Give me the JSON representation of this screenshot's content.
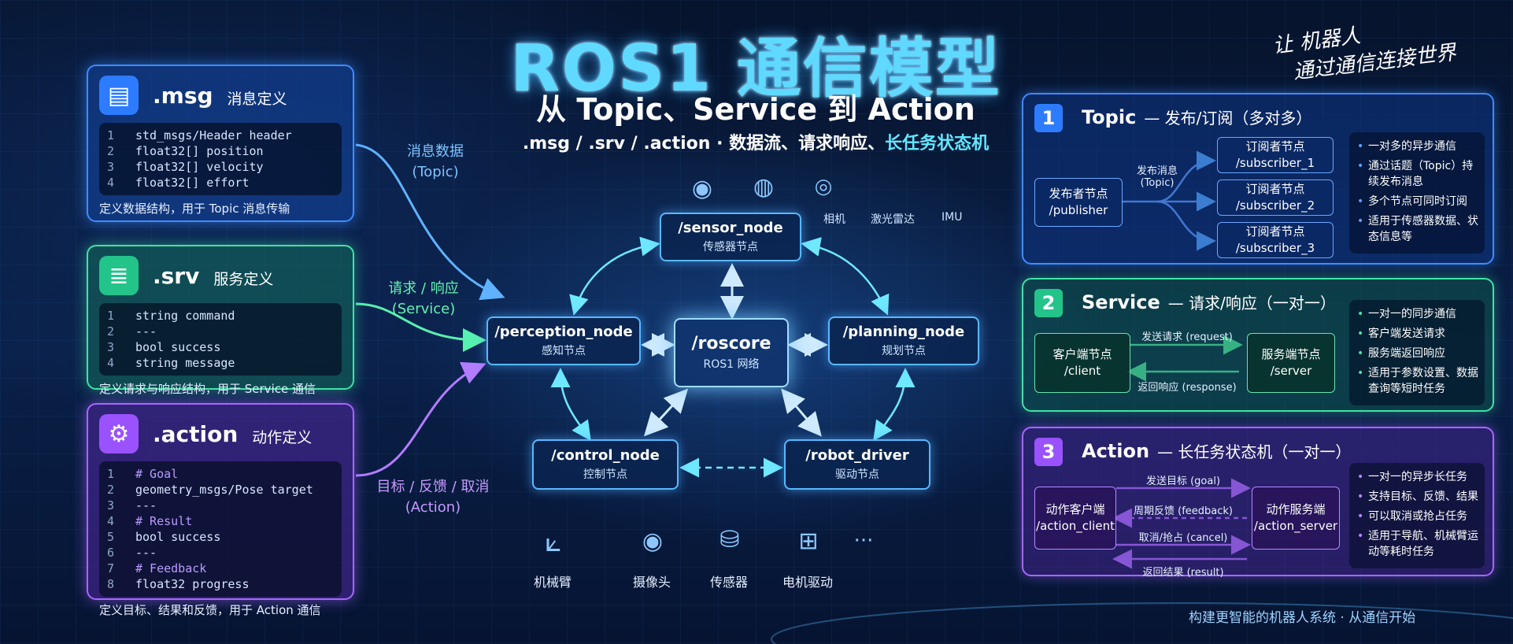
{
  "title": "ROS1 通信模型",
  "subtitle": "从 Topic、Service 到 Action",
  "tagline": {
    "part1": ".msg / .srv / .action  ·  数据流、请求响应、",
    "part2": "长任务状态机"
  },
  "motto": {
    "line1": "让 机器人",
    "line2": "通过通信连接世界"
  },
  "definitions": {
    "msg": {
      "icon": "document-icon",
      "name": ".msg",
      "cn": "消息定义",
      "lines": [
        {
          "num": "1",
          "text": "std_msgs/Header header"
        },
        {
          "num": "2",
          "text": "float32[] position"
        },
        {
          "num": "3",
          "text": "float32[] velocity"
        },
        {
          "num": "4",
          "text": "float32[] effort"
        }
      ],
      "desc": "定义数据结构，用于 Topic 消息传输"
    },
    "srv": {
      "icon": "document-lines-icon",
      "name": ".srv",
      "cn": "服务定义",
      "lines": [
        {
          "num": "1",
          "text": "string command"
        },
        {
          "num": "2",
          "text": "---"
        },
        {
          "num": "3",
          "text": "bool success"
        },
        {
          "num": "4",
          "text": "string message"
        }
      ],
      "desc": "定义请求与响应结构，用于 Service 通信"
    },
    "action": {
      "icon": "gear-icon",
      "name": ".action",
      "cn": "动作定义",
      "lines": [
        {
          "num": "1",
          "text": "# Goal"
        },
        {
          "num": "2",
          "text": "geometry_msgs/Pose target"
        },
        {
          "num": "3",
          "text": "---"
        },
        {
          "num": "4",
          "text": "# Result"
        },
        {
          "num": "5",
          "text": "bool success"
        },
        {
          "num": "6",
          "text": "---"
        },
        {
          "num": "7",
          "text": "# Feedback"
        },
        {
          "num": "8",
          "text": "float32 progress"
        }
      ],
      "desc": "定义目标、结果和反馈，用于 Action 通信"
    }
  },
  "flows": {
    "topic": {
      "line1": "消息数据",
      "line2": "(Topic)"
    },
    "service": {
      "line1": "请求 / 响应",
      "line2": "(Service)"
    },
    "action": {
      "line1": "目标 / 反馈 / 取消",
      "line2": "(Action)"
    }
  },
  "nodes": {
    "sensor": {
      "name": "/sensor_node",
      "cn": "传感器节点"
    },
    "perception": {
      "name": "/perception_node",
      "cn": "感知节点"
    },
    "roscore": {
      "name": "/roscore",
      "cn": "ROS1 网络"
    },
    "planning": {
      "name": "/planning_node",
      "cn": "规划节点"
    },
    "control": {
      "name": "/control_node",
      "cn": "控制节点"
    },
    "driver": {
      "name": "/robot_driver",
      "cn": "驱动节点"
    }
  },
  "sensors": [
    {
      "icon": "camera-icon",
      "label": "相机"
    },
    {
      "icon": "lidar-icon",
      "label": "激光雷达"
    },
    {
      "icon": "imu-icon",
      "label": "IMU"
    }
  ],
  "hardware": [
    {
      "icon": "robot-arm-icon",
      "label": "机械臂"
    },
    {
      "icon": "camera-icon",
      "label": "摄像头"
    },
    {
      "icon": "sensor-icon",
      "label": "传感器"
    },
    {
      "icon": "motor-icon",
      "label": "电机驱动"
    },
    {
      "icon": "more-icon",
      "label": ""
    }
  ],
  "panels": {
    "topic": {
      "num": "1",
      "title": "Topic",
      "sub": "— 发布/订阅（多对多）",
      "publisher": {
        "line1": "发布者节点",
        "line2": "/publisher"
      },
      "arrow_label": {
        "line1": "发布消息",
        "line2": "(Topic)"
      },
      "subscribers": [
        {
          "line1": "订阅者节点",
          "line2": "/subscriber_1"
        },
        {
          "line1": "订阅者节点",
          "line2": "/subscriber_2"
        },
        {
          "line1": "订阅者节点",
          "line2": "/subscriber_3"
        }
      ],
      "bullets": [
        "一对多的异步通信",
        "通过话题（Topic）持续发布消息",
        "多个节点可同时订阅",
        "适用于传感器数据、状态信息等"
      ]
    },
    "service": {
      "num": "2",
      "title": "Service",
      "sub": "— 请求/响应（一对一）",
      "client": {
        "line1": "客户端节点",
        "line2": "/client"
      },
      "server": {
        "line1": "服务端节点",
        "line2": "/server"
      },
      "request": "发送请求 (request)",
      "response": "返回响应 (response)",
      "bullets": [
        "一对一的同步通信",
        "客户端发送请求",
        "服务端返回响应",
        "适用于参数设置、数据查询等短时任务"
      ]
    },
    "action": {
      "num": "3",
      "title": "Action",
      "sub": "— 长任务状态机（一对一）",
      "client": {
        "line1": "动作客户端",
        "line2": "/action_client"
      },
      "server": {
        "line1": "动作服务端",
        "line2": "/action_server"
      },
      "goal": "发送目标 (goal)",
      "feedback": "周期反馈 (feedback)",
      "cancel": "取消/抢占 (cancel)",
      "result": "返回结果 (result)",
      "bullets": [
        "一对一的异步长任务",
        "支持目标、反馈、结果",
        "可以取消或抢占任务",
        "适用于导航、机械臂运动等耗时任务"
      ]
    }
  },
  "footer": "构建更智能的机器人系统   ·   从通信开始"
}
